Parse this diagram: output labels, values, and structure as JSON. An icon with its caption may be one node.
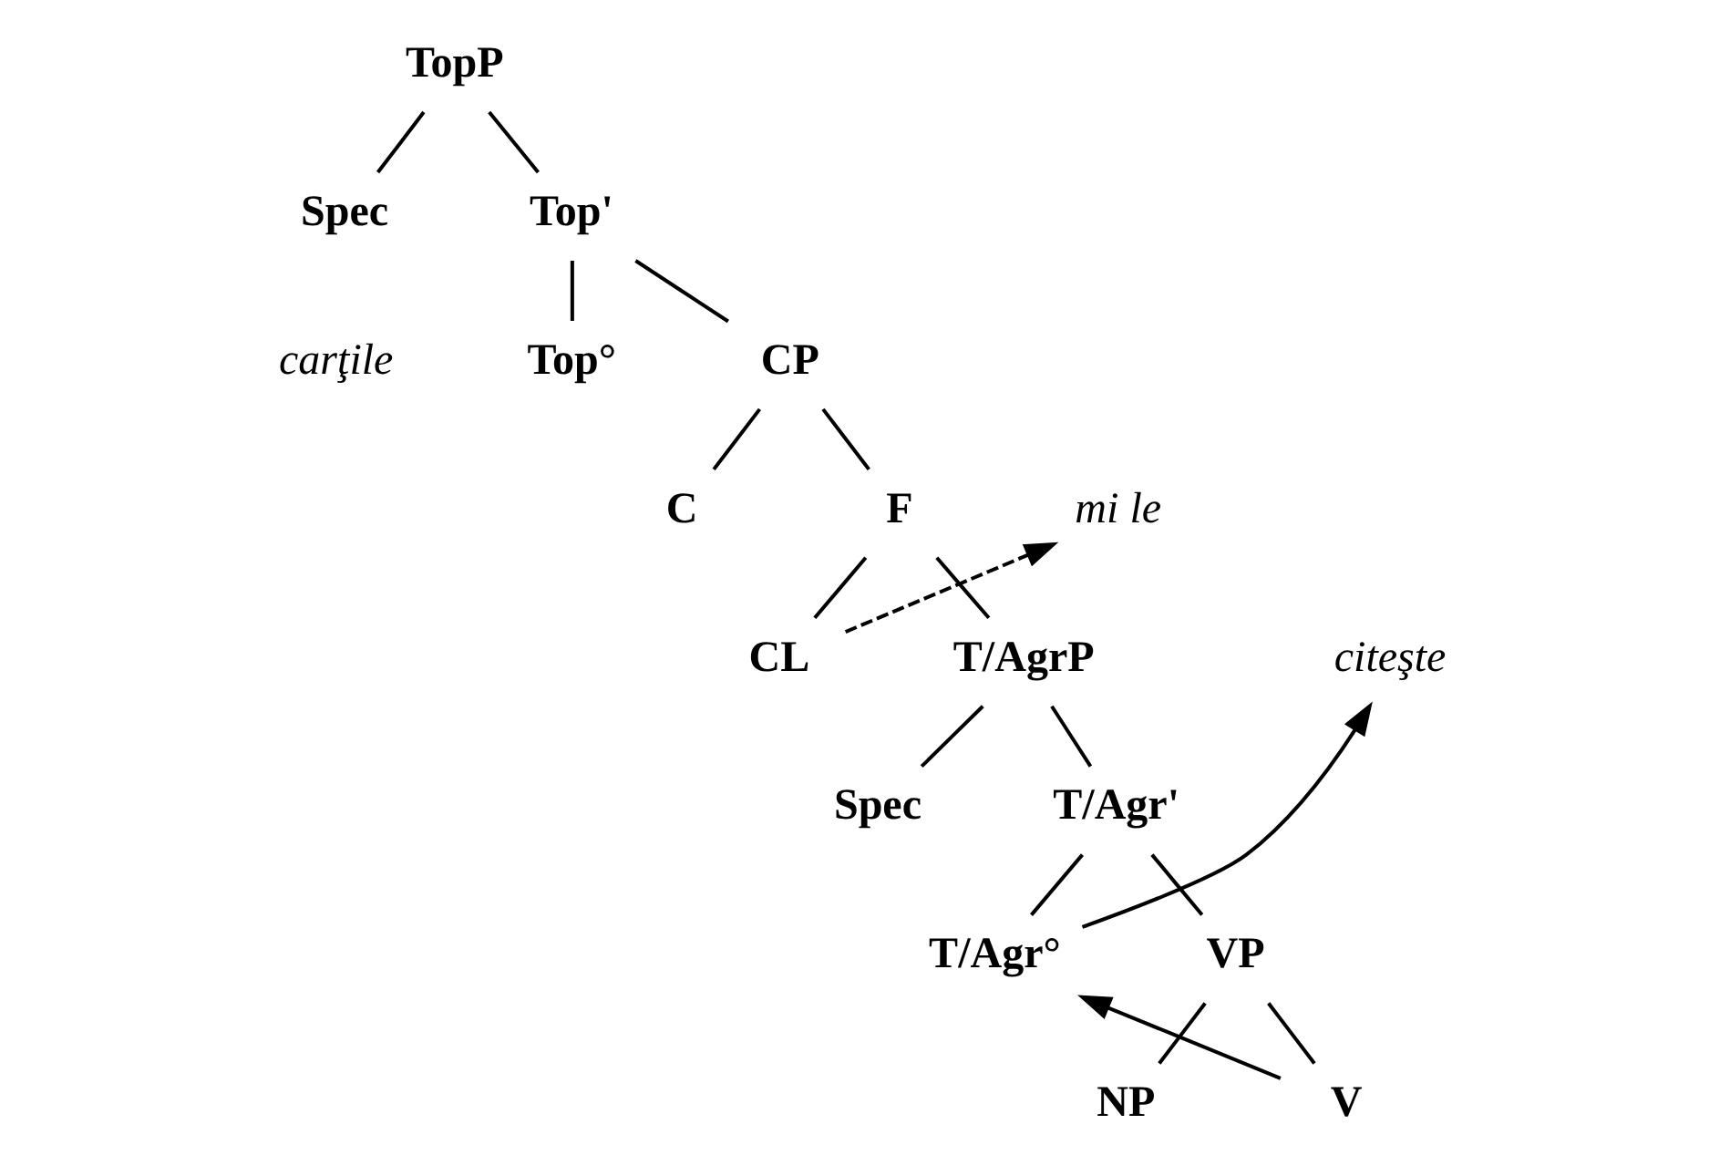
{
  "diagram": {
    "nodes": [
      {
        "text": [
          "TopP"
        ]
      },
      {
        "text": [
          "Spec"
        ]
      },
      {
        "text": [
          "Top'"
        ]
      },
      {
        "text": [
          "Top°"
        ]
      },
      {
        "text": [
          "CP"
        ]
      },
      {
        "text": [
          "mi le"
        ]
      },
      {
        "text": [
          "C"
        ]
      },
      {
        "text": [
          "F"
        ]
      },
      {
        "text": [
          "citeşte"
        ]
      },
      {
        "text": [
          "CL"
        ]
      },
      {
        "text": [
          "T/AgrP"
        ]
      },
      {
        "text": [
          "Spec"
        ]
      },
      {
        "text": [
          "T/Agr'"
        ]
      },
      {
        "text": [
          "T/Agr°"
        ]
      },
      {
        "text": [
          "VP"
        ]
      },
      {
        "text": [
          "NP"
        ]
      },
      {
        "text": [
          "V"
        ]
      }
    ],
    "edges": [
      {
        "from": 0,
        "to": 1,
        "arrow": "none"
      },
      {
        "from": 0,
        "to": 2,
        "arrow": "none"
      },
      {
        "from": 2,
        "to": 3,
        "arrow": "none"
      },
      {
        "from": 2,
        "to": 4,
        "arrow": "none"
      },
      {
        "from": 4,
        "to": 6,
        "arrow": "none"
      },
      {
        "from": 4,
        "to": 7,
        "arrow": "none"
      },
      {
        "from": 7,
        "to": 9,
        "arrow": "none"
      },
      {
        "from": 7,
        "to": 10,
        "arrow": "none"
      },
      {
        "from": 10,
        "to": 11,
        "arrow": "none"
      },
      {
        "from": 10,
        "to": 12,
        "arrow": "none"
      },
      {
        "from": 12,
        "to": 13,
        "arrow": "none"
      },
      {
        "from": 12,
        "to": 14,
        "arrow": "none"
      },
      {
        "from": 14,
        "to": 15,
        "arrow": "none"
      },
      {
        "from": 14,
        "to": 16,
        "arrow": "none"
      },
      {
        "from": 9,
        "to": 5,
        "arrow": "to",
        "style": "dashed"
      },
      {
        "from": 13,
        "to": 8,
        "arrow": "to"
      },
      {
        "from": 16,
        "to": 13,
        "arrow": "to"
      }
    ],
    "labels": [
      "carţile"
    ]
  }
}
